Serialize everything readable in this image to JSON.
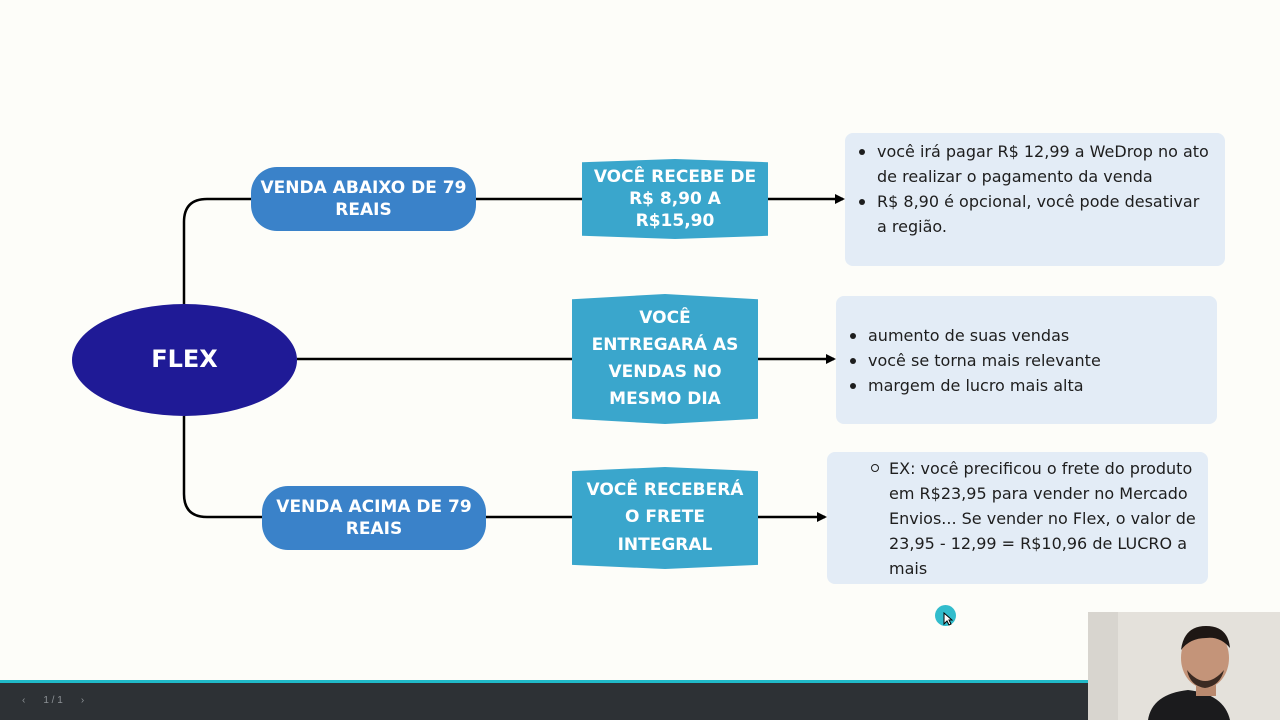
{
  "diagram": {
    "root": {
      "label": "FLEX"
    },
    "branches": [
      {
        "condition": "VENDA ABAIXO DE 79 REAIS",
        "outcome": "VOCÊ RECEBE DE R$ 8,90 A R$15,90",
        "notes": [
          "você irá pagar R$ 12,99 a WeDrop no ato de realizar o pagamento da venda",
          "R$ 8,90 é opcional, você pode desativar a região."
        ]
      },
      {
        "outcome": "VOCÊ ENTREGARÁ AS VENDAS NO MESMO DIA",
        "notes": [
          "aumento de suas vendas",
          "você se torna mais relevante",
          "margem de lucro mais alta"
        ]
      },
      {
        "condition": "VENDA ACIMA DE 79 REAIS",
        "outcome": "VOCÊ RECEBERÁ O FRETE INTEGRAL",
        "notes": [
          "EX: você precificou o frete do produto em R$23,95 para vender no Mercado Envios... Se vender no Flex, o valor de 23,95 - 12,99 = R$10,96 de LUCRO a mais"
        ]
      }
    ]
  },
  "footer": {
    "page_indicator": "1 / 1",
    "prev_icon": "chevron-left-icon",
    "next_icon": "chevron-right-icon"
  },
  "colors": {
    "root": "#1f1a96",
    "pill": "#3a82c9",
    "hex": "#3aa6cc",
    "note_bg": "#e3ecf6",
    "accent": "#20b9c8"
  }
}
